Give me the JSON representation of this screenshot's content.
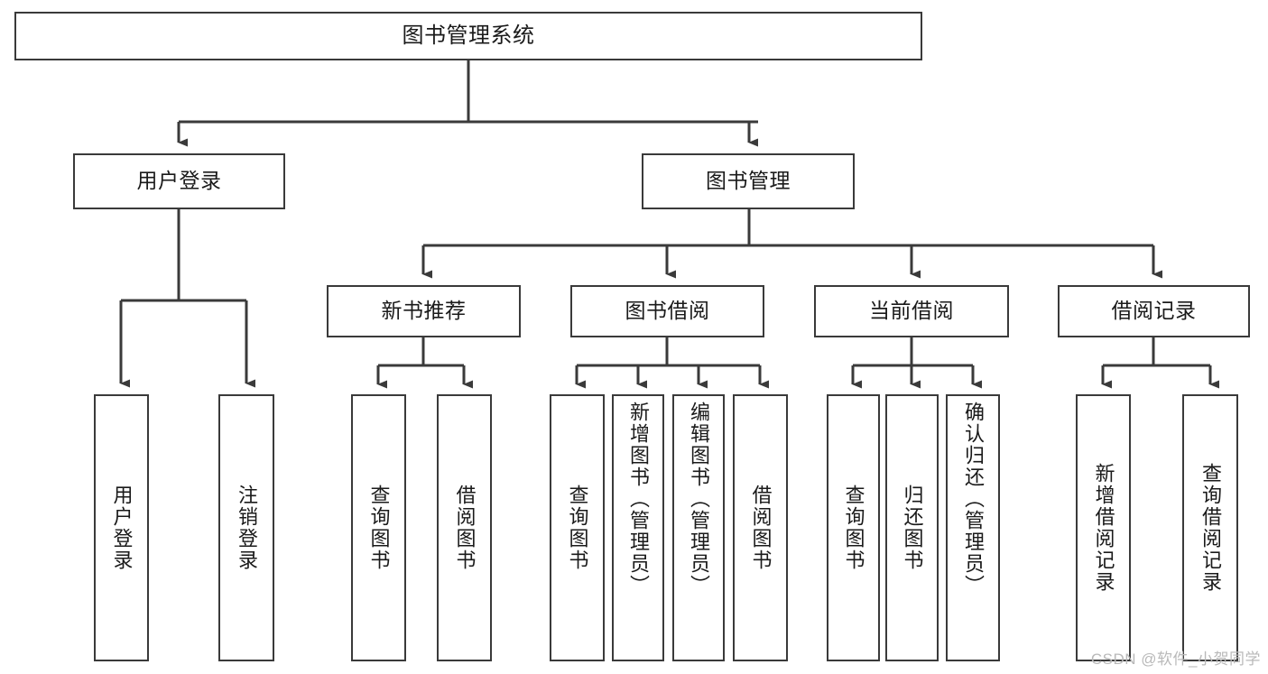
{
  "diagram": {
    "title_node": {
      "id": "root",
      "label": "图书管理系统"
    },
    "level2": [
      {
        "id": "user-login",
        "label": "用户登录"
      },
      {
        "id": "book-manage",
        "label": "图书管理"
      }
    ],
    "level3": [
      {
        "id": "new-book-recommend",
        "label": "新书推荐"
      },
      {
        "id": "book-borrow",
        "label": "图书借阅"
      },
      {
        "id": "current-borrow",
        "label": "当前借阅"
      },
      {
        "id": "borrow-record",
        "label": "借阅记录"
      }
    ],
    "leaves": [
      {
        "id": "leaf-user-login",
        "label": "用户登录",
        "parent": "user-login"
      },
      {
        "id": "leaf-logout-login",
        "label": "注销登录",
        "parent": "user-login"
      },
      {
        "id": "leaf-query-book-1",
        "label": "查询图书",
        "parent": "new-book-recommend"
      },
      {
        "id": "leaf-borrow-book-1",
        "label": "借阅图书",
        "parent": "new-book-recommend"
      },
      {
        "id": "leaf-query-book-2",
        "label": "查询图书",
        "parent": "book-borrow"
      },
      {
        "id": "leaf-add-book",
        "label": "新增图书（管理员）",
        "parent": "book-borrow"
      },
      {
        "id": "leaf-edit-book",
        "label": "编辑图书（管理员）",
        "parent": "book-borrow"
      },
      {
        "id": "leaf-borrow-book-2",
        "label": "借阅图书",
        "parent": "book-borrow"
      },
      {
        "id": "leaf-query-book-3",
        "label": "查询图书",
        "parent": "current-borrow"
      },
      {
        "id": "leaf-return-book",
        "label": "归还图书",
        "parent": "current-borrow"
      },
      {
        "id": "leaf-confirm-return",
        "label": "确认归还（管理员）",
        "parent": "current-borrow"
      },
      {
        "id": "leaf-add-record",
        "label": "新增借阅记录",
        "parent": "borrow-record"
      },
      {
        "id": "leaf-query-record",
        "label": "查询借阅记录",
        "parent": "borrow-record"
      }
    ],
    "colors": {
      "stroke": "#3a3a3a",
      "fill": "#ffffff",
      "text": "#1a1a1a",
      "watermark": "#b9b9b9"
    }
  },
  "watermark": {
    "text": "CSDN @软件_小贺同学"
  }
}
